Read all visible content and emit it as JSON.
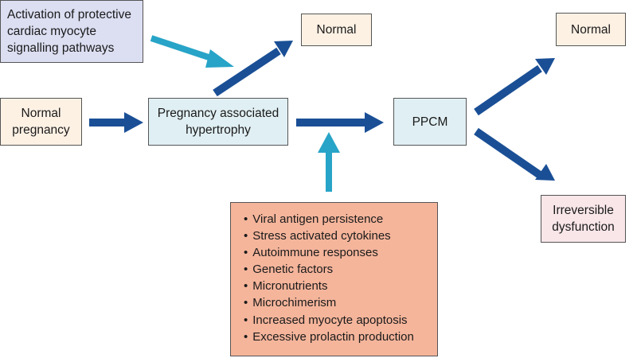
{
  "nodes": {
    "protective": "Activation of protective\ncardiac myocyte\nsignalling pathways",
    "normal_top_1": "Normal",
    "normal_top_2": "Normal",
    "normal_pregnancy": "Normal\npregnancy",
    "hypertrophy": "Pregnancy associated\nhypertrophy",
    "ppcm": "PPCM",
    "irreversible": "Irreversible\ndysfunction"
  },
  "factors": [
    "Viral antigen persistence",
    "Stress activated cytokines",
    "Autoimmune responses",
    "Genetic factors",
    "Micronutrients",
    "Microchimerism",
    "Increased myocyte apoptosis",
    "Excessive prolactin production"
  ],
  "colors": {
    "dark_arrow": "#1a4f96",
    "light_arrow": "#27a4c7",
    "normal_box": "#fdf1e4",
    "stage_box": "#e0eff3",
    "protective_box": "#dcdff2",
    "factors_box": "#f5b59b",
    "irreversible_box": "#f8e6e9"
  }
}
